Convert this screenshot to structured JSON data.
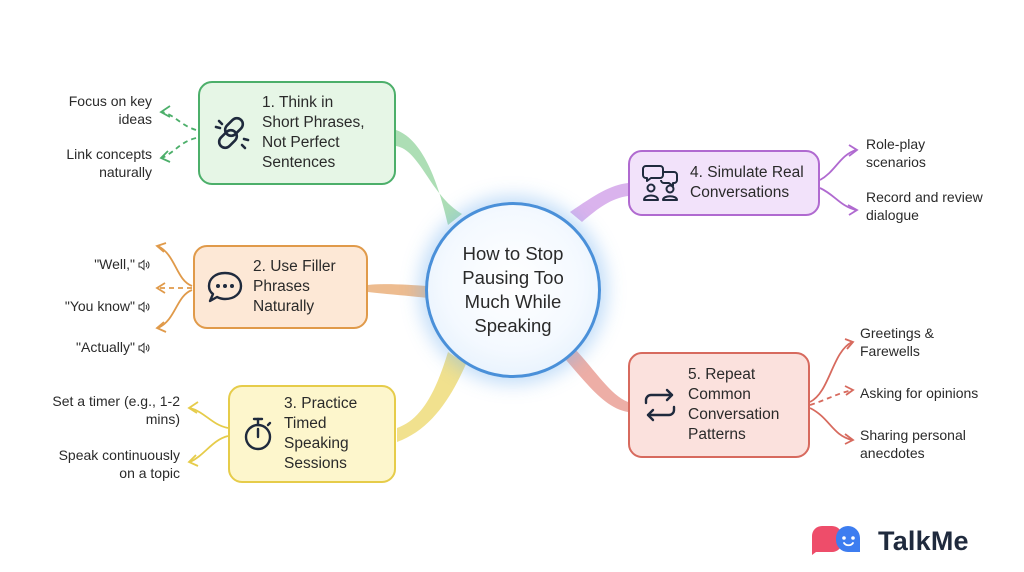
{
  "center": {
    "title": "How to Stop\nPausing Too\nMuch While\nSpeaking"
  },
  "colors": {
    "green": "#4caf6a",
    "green_bg": "#e6f6e6",
    "orange": "#e09a4a",
    "orange_bg": "#fde8d6",
    "yellow": "#e6cc4a",
    "yellow_bg": "#fdf6cc",
    "purple": "#b06ad0",
    "purple_bg": "#f2e2fa",
    "red": "#d76a5e",
    "red_bg": "#fbe1dd",
    "center_border": "#4a90d9"
  },
  "branches": [
    {
      "label": "1. Think in\nShort Phrases,\nNot Perfect\nSentences",
      "icon": "link-icon",
      "leaves": [
        "Focus on key\nideas",
        "Link concepts\nnaturally"
      ]
    },
    {
      "label": "2. Use Filler\nPhrases\nNaturally",
      "icon": "speech-bubble-icon",
      "leaves": [
        "\"Well,\"",
        "\"You know\"",
        "\"Actually\""
      ]
    },
    {
      "label": "3. Practice\nTimed\nSpeaking\nSessions",
      "icon": "stopwatch-icon",
      "leaves": [
        "Set a timer (e.g., 1-2\nmins)",
        "Speak continuously\non a topic"
      ]
    },
    {
      "label": "4. Simulate Real\nConversations",
      "icon": "people-chat-icon",
      "leaves": [
        "Role-play\nscenarios",
        "Record and review\ndialogue"
      ]
    },
    {
      "label": "5. Repeat\nCommon\nConversation\nPatterns",
      "icon": "repeat-icon",
      "leaves": [
        "Greetings &\nFarewells",
        "Asking for opinions",
        "Sharing personal\nanecdotes"
      ]
    }
  ],
  "brand": {
    "name": "TalkMe",
    "icon": "talkme-logo-icon"
  }
}
